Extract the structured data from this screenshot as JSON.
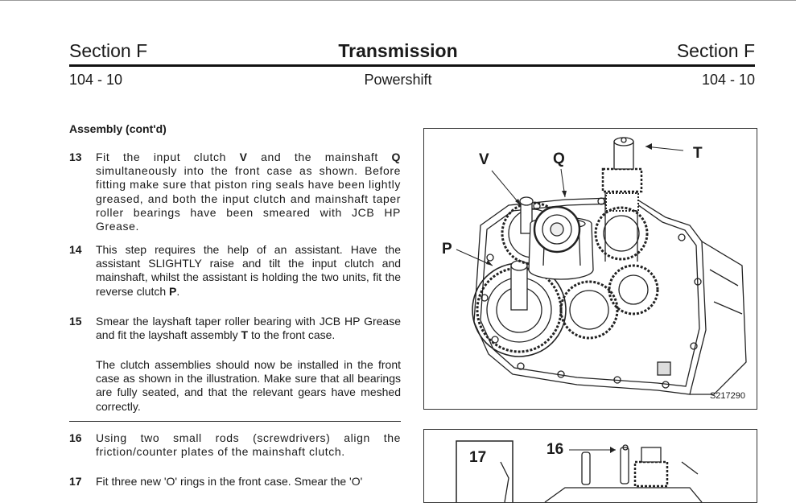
{
  "header": {
    "section_left": "Section F",
    "title": "Transmission",
    "section_right": "Section F",
    "page_left": "104 - 10",
    "subtitle": "Powershift",
    "page_right": "104 - 10"
  },
  "content": {
    "heading": "Assembly (cont'd)",
    "steps": [
      {
        "num": "13",
        "pre": "Fit the input clutch ",
        "b1": "V",
        "mid": " and the mainshaft ",
        "b2": "Q",
        "post": " simultaneously into the front case as shown. Before fitting make sure that piston ring seals have been lightly greased, and both the input clutch and mainshaft taper roller bearings have been smeared with JCB HP Grease."
      },
      {
        "num": "14",
        "pre": "This step requires the help of an assistant. Have the assistant SLIGHTLY raise and tilt the input clutch and mainshaft, whilst the assistant is holding the two units, fit the reverse clutch ",
        "b1": "P",
        "post": "."
      },
      {
        "num": "15",
        "pre": "Smear the layshaft taper roller bearing with JCB HP Grease and fit the layshaft assembly ",
        "b1": "T",
        "post": " to the front case."
      },
      {
        "num": "16",
        "text": "Using two small rods (screwdrivers) align the friction/counter plates of the mainshaft clutch."
      },
      {
        "num": "17",
        "text": "Fit three new 'O' rings in the front case. Smear the 'O'"
      }
    ],
    "note": "The clutch assemblies should now be installed in the front case as shown in the illustration. Make sure that all bearings are fully seated, and that the relevant gears have meshed correctly."
  },
  "figure1": {
    "labels": {
      "v": "V",
      "q": "Q",
      "t": "T",
      "p": "P"
    },
    "ref": "S217290"
  },
  "figure2": {
    "labels": {
      "a": "17",
      "b": "16"
    }
  }
}
